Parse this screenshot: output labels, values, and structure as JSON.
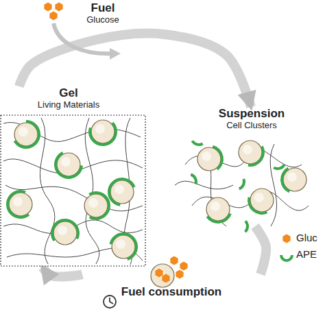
{
  "diagram": {
    "nodes": [
      {
        "text": [
          "Gel",
          "Living Materials"
        ]
      },
      {
        "text": [
          "Suspension",
          "Cell Clusters"
        ]
      },
      {
        "text": [
          "Fuel",
          "Glucose"
        ]
      },
      {
        "text": [
          "Fuel consumption"
        ]
      }
    ],
    "edges": [
      {
        "from": 0,
        "to": 1,
        "arrow": "to"
      },
      {
        "from": 1,
        "to": 3,
        "arrow": "none"
      },
      {
        "from": 3,
        "to": 0,
        "arrow": "to"
      }
    ],
    "legend": [
      {
        "text": "Gluc"
      },
      {
        "text": "APE"
      }
    ]
  }
}
